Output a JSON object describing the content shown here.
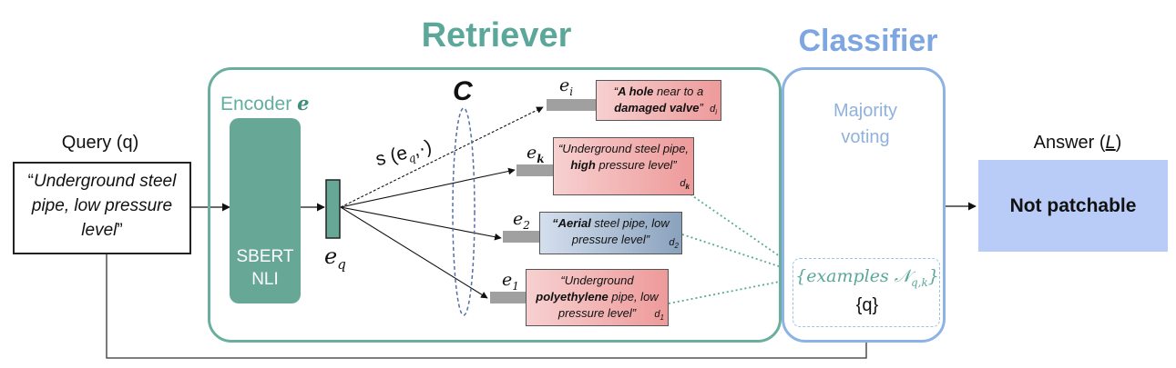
{
  "titles": {
    "retriever": "Retriever",
    "classifier": "Classifier"
  },
  "encoder": {
    "label": "Encoder ",
    "symbol": "e",
    "model_line1": "SBERT",
    "model_line2": "NLI"
  },
  "query": {
    "label": "Query (q)",
    "text_prefix": "“",
    "text_italic": "Underground steel pipe, low pressure level",
    "text_suffix": "”"
  },
  "vector_label": "e",
  "vector_sub": "q",
  "similarity_label": "s (e",
  "similarity_sub": "q",
  "similarity_suffix": ",·)",
  "corpus_label": "C",
  "documents": [
    {
      "emb": "e",
      "emb_sub": "i",
      "doc_sub": "i"
    },
    {
      "emb": "e",
      "emb_sub": "k",
      "doc_sub": "k"
    },
    {
      "emb": "e",
      "emb_sub": "2",
      "doc_sub": "2"
    },
    {
      "emb": "e",
      "emb_sub": "1",
      "doc_sub": "1"
    }
  ],
  "doc_i": {
    "p1": "“",
    "b1": "A hole",
    "p2": " near to a ",
    "b2": "damaged valve",
    "p3": "”"
  },
  "doc_k": {
    "p1": "“Underground steel pipe, ",
    "b1": "high",
    "p2": " pressure level”"
  },
  "doc_2": {
    "b1": "“Aerial",
    "p1": " steel pipe, low pressure level”"
  },
  "doc_1": {
    "p1": "“Underground ",
    "b1": "polyethylene",
    "p2": " pipe, low pressure level”"
  },
  "doc_prefix": "d",
  "classifier": {
    "majority_line1": "Majority",
    "majority_line2": "voting",
    "examples_text": "{examples 𝒩",
    "examples_sub": "q,k",
    "examples_close": "}",
    "q_text": "{q}"
  },
  "answer": {
    "label_prefix": "Answer (",
    "label_var": "L",
    "label_suffix": ")",
    "text": "Not patchable"
  },
  "colors": {
    "retriever": "#5ba89a",
    "classifier": "#7ea6e0",
    "encoder": "#67a796",
    "answer": "#b9ccf7",
    "doc_red": "#ee9a9a",
    "doc_blue": "#8aa2bd",
    "dotted": "#5ba89a"
  }
}
